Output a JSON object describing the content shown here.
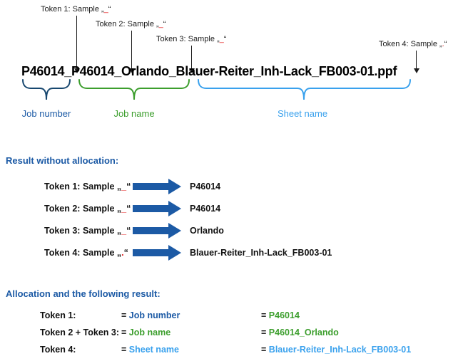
{
  "palette": {
    "heading_blue": "#1c5aa5",
    "brace_navy": "#17476f",
    "green": "#3c9e2d",
    "light_blue": "#39a1ed",
    "delimiter_red": "#e32222",
    "arrow_blue": "#1c5aa5"
  },
  "diagram": {
    "filename": "P46014_P46014_Orlando_Blauer-Reiter_Inh-Lack_FB003-01.ppf",
    "annotations": [
      {
        "prefix": "Token 1: Sample „",
        "delimiter": "_",
        "suffix": "“"
      },
      {
        "prefix": "Token 2: Sample „",
        "delimiter": "_",
        "suffix": "“"
      },
      {
        "prefix": "Token 3: Sample „",
        "delimiter": "_",
        "suffix": "“"
      },
      {
        "prefix": "Token 4: Sample „",
        "delimiter": ".",
        "suffix": "“"
      }
    ],
    "segment_labels": [
      "Job number",
      "Job name",
      "Sheet name"
    ]
  },
  "result_section": {
    "heading": "Result without allocation:",
    "rows": [
      {
        "prefix": "Token 1: Sample „",
        "delimiter": "_",
        "suffix": "“",
        "value": "P46014"
      },
      {
        "prefix": "Token 2: Sample „",
        "delimiter": "_",
        "suffix": "“",
        "value": "P46014"
      },
      {
        "prefix": "Token 3: Sample „",
        "delimiter": "_",
        "suffix": "“",
        "value": "Orlando"
      },
      {
        "prefix": "Token 4: Sample „",
        "delimiter": ".",
        "suffix": "“",
        "value": "Blauer-Reiter_Inh-Lack_FB003-01"
      }
    ]
  },
  "allocation_section": {
    "heading": "Allocation and the following result:",
    "equals": "=",
    "rows": [
      {
        "token": "Token 1:",
        "field": "Job number",
        "value": "P46014"
      },
      {
        "token": "Token 2 + Token 3:",
        "field": "Job name",
        "value": "P46014_Orlando"
      },
      {
        "token": "Token 4:",
        "field": "Sheet name",
        "value": "Blauer-Reiter_Inh-Lack_FB003-01"
      }
    ]
  }
}
